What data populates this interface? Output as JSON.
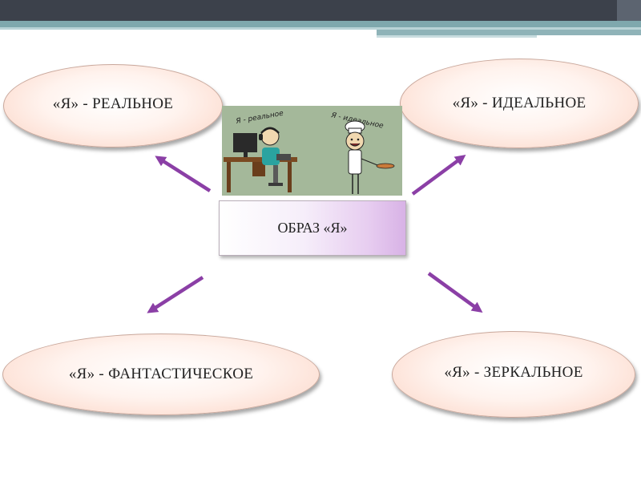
{
  "center": {
    "label": "ОБРАЗ «Я»"
  },
  "nodes": {
    "real": "«Я» - РЕАЛЬНОЕ",
    "ideal": "«Я» - ИДЕАЛЬНОЕ",
    "fantastic": "«Я» - ФАНТАСТИЧЕСКОЕ",
    "mirror": "«Я» - ЗЕРКАЛЬНОЕ"
  },
  "picture": {
    "caption_left": "Я - реальное",
    "caption_right": "Я - идеальное"
  },
  "colors": {
    "arrow": "#8b3fa6",
    "ellipse_fill": "#fbd3c3",
    "center_fill": "#d8b2e6",
    "topbar_dark": "#3a3f4a",
    "topbar_teal": "#6f9ea3"
  }
}
